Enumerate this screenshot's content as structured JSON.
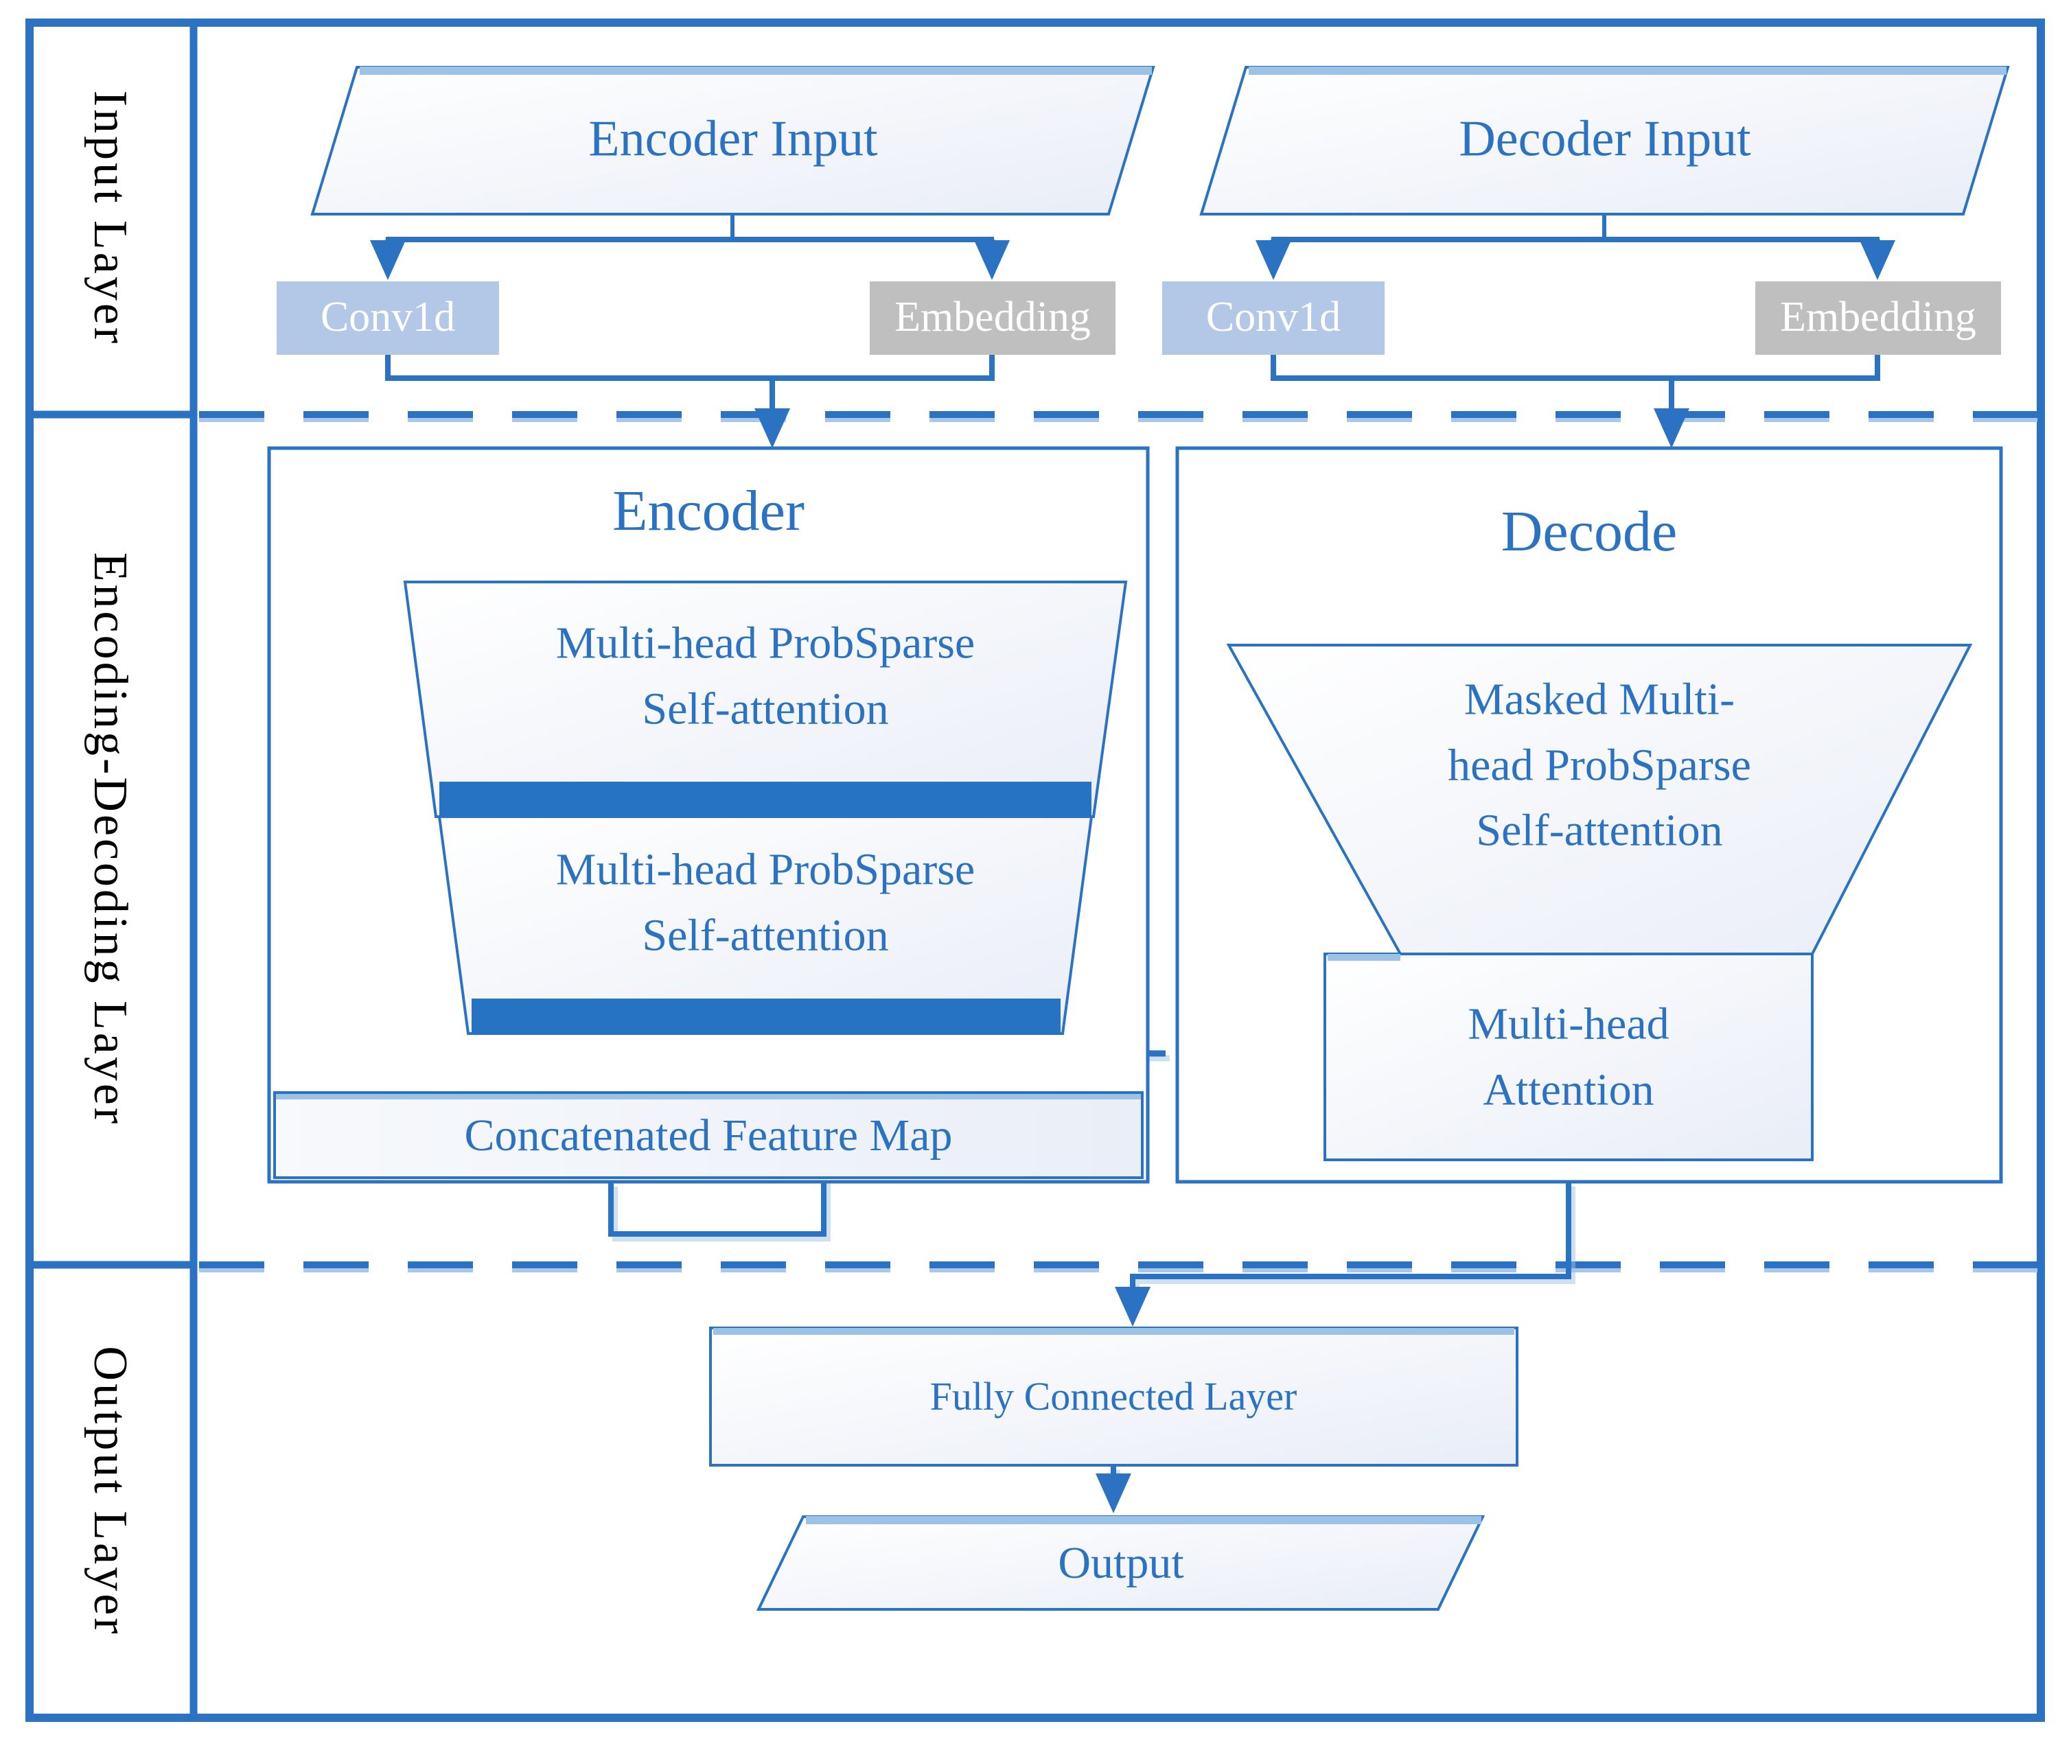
{
  "colors": {
    "line_blue": "#2b72c2",
    "bar_blue": "#2673c4",
    "highlight_blue": "#9cc2e5",
    "conv_fill": "#b3c7e6",
    "embedding_fill": "#c0bfbf",
    "shape_fill_light": "#e9edf6",
    "label_blue": "#2b72c2",
    "sidebar_text": "#000000"
  },
  "sidebar": {
    "rows": [
      {
        "label": "Input Layer"
      },
      {
        "label": "Encoding-Decoding Layer"
      },
      {
        "label": "Output Layer"
      }
    ]
  },
  "input_row": {
    "encoder_input": "Encoder Input",
    "decoder_input": "Decoder Input",
    "encoder_conv": "Conv1d",
    "encoder_embedding": "Embedding",
    "decoder_conv": "Conv1d",
    "decoder_embedding": "Embedding"
  },
  "encoder": {
    "title": "Encoder",
    "attn_top": [
      "Multi-head ProbSparse",
      "Self-attention"
    ],
    "attn_bottom": [
      "Multi-head ProbSparse",
      "Self-attention"
    ],
    "concat_label": "Concatenated Feature Map"
  },
  "decoder": {
    "title": "Decode",
    "masked_attn": [
      "Masked Multi-",
      "head ProbSparse",
      "Self-attention"
    ],
    "mha": [
      "Multi-head",
      "Attention"
    ]
  },
  "output_row": {
    "fc_label": "Fully Connected Layer",
    "output_label": "Output"
  }
}
